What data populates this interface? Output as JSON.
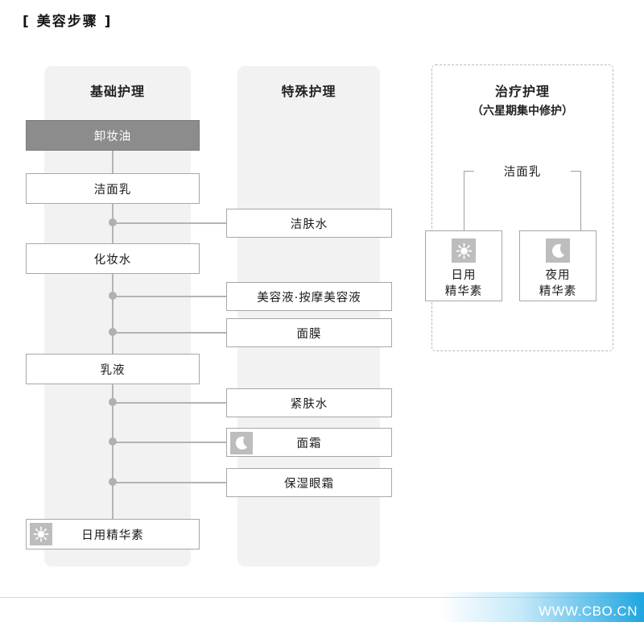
{
  "page": {
    "title": "[ 美容步骤 ]"
  },
  "columns": {
    "basic": {
      "heading": "基础护理"
    },
    "special": {
      "heading": "特殊护理"
    },
    "treatment": {
      "heading": "治疗护理",
      "subheading": "（六星期集中修护）",
      "bracket_label": "洁面乳"
    }
  },
  "main_steps": [
    {
      "label": "卸妆油",
      "filled": true
    },
    {
      "label": "洁面乳",
      "filled": false
    },
    {
      "label": "化妆水",
      "filled": false
    },
    {
      "label": "乳液",
      "filled": false
    },
    {
      "label": "日用精华素",
      "filled": false,
      "icon": "sun-icon"
    }
  ],
  "special_steps": [
    {
      "label": "洁肤水",
      "icon": null
    },
    {
      "label": "美容液·按摩美容液",
      "icon": null
    },
    {
      "label": "面膜",
      "icon": null
    },
    {
      "label": "紧肤水",
      "icon": null
    },
    {
      "label": "面霜",
      "icon": "moon-icon"
    },
    {
      "label": "保湿眼霜",
      "icon": null
    }
  ],
  "treatment_steps": [
    {
      "label_line1": "日用",
      "label_line2": "精华素",
      "icon": "sun-icon"
    },
    {
      "label_line1": "夜用",
      "label_line2": "精华素",
      "icon": "moon-icon"
    }
  ],
  "watermark": {
    "text": "WWW.CBO.CN"
  },
  "colors": {
    "band": "#f2f2f2",
    "filled_box": "#8c8c8c",
    "box_border": "#a7a7a7",
    "connector": "#b4b4b4",
    "icon_chip": "#bdbdbd",
    "watermark_accent": "#1fa5e0"
  }
}
